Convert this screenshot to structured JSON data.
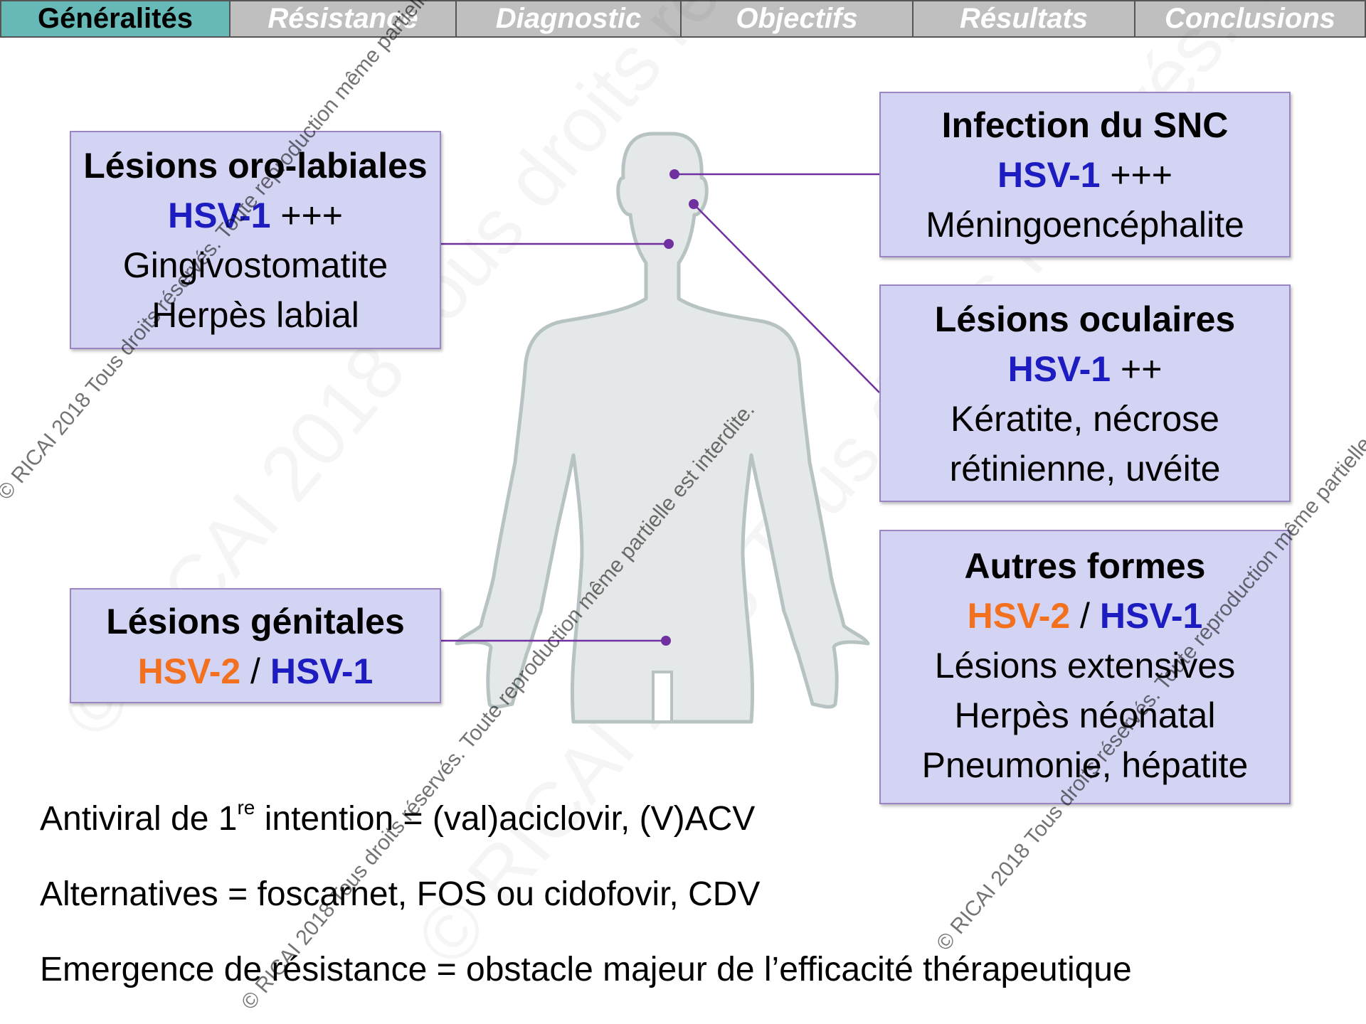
{
  "tabs": [
    {
      "label": "Généralités",
      "active": true
    },
    {
      "label": "Résistance",
      "active": false
    },
    {
      "label": "Diagnostic",
      "active": false
    },
    {
      "label": "Objectifs",
      "active": false
    },
    {
      "label": "Résultats",
      "active": false
    },
    {
      "label": "Conclusions",
      "active": false
    }
  ],
  "boxes": {
    "oro": {
      "title": "Lésions oro-labiales",
      "hsv": "HSV-1",
      "intensity": " +++",
      "lines": [
        "Gingivostomatite",
        "Herpès labial"
      ]
    },
    "genital": {
      "title": "Lésions génitales",
      "hsv2": "HSV-2",
      "sep": " / ",
      "hsv1": "HSV-1"
    },
    "snc": {
      "title": "Infection du SNC",
      "hsv": "HSV-1",
      "intensity": " +++",
      "lines": [
        "Méningoencéphalite"
      ]
    },
    "ocular": {
      "title": "Lésions oculaires",
      "hsv": "HSV-1",
      "intensity": " ++",
      "lines": [
        "Kératite, nécrose",
        "rétinienne, uvéite"
      ]
    },
    "other": {
      "title": "Autres formes",
      "hsv2": "HSV-2",
      "sep": " / ",
      "hsv1": "HSV-1",
      "lines": [
        "Lésions extensives",
        "Herpès néonatal",
        "Pneumonie, hépatite"
      ]
    }
  },
  "bottom": {
    "line1_a": "Antiviral de 1",
    "line1_sup": "re",
    "line1_b": " intention = (val)aciclovir, (V)ACV",
    "line2": "Alternatives = foscarnet, FOS ou cidofovir, CDV",
    "line3": "Emergence de résistance = obstacle majeur de l’efficacité thérapeutique"
  },
  "watermark": {
    "a": "© RICAI 2018 Tous droits réservés. Toute reproduction même partielle est interdite.",
    "b": "© RICAI 2018 Tous droits réservés. Toute reproduction même partielle est interdite.",
    "c": "© RICAI 2018 Tous droits réservés. Toute reproduction même partielle est interdite."
  },
  "colors": {
    "box_bg": "#d3d3f3",
    "box_border": "#9b86c3",
    "connector": "#7030a0",
    "hsv1": "#1c1cc0",
    "hsv2": "#f2701e",
    "tab_active": "#66b9b6",
    "tab_inactive": "#bfbfbf",
    "body_fill": "#e5e8e8",
    "body_stroke": "#b7c3c3"
  }
}
